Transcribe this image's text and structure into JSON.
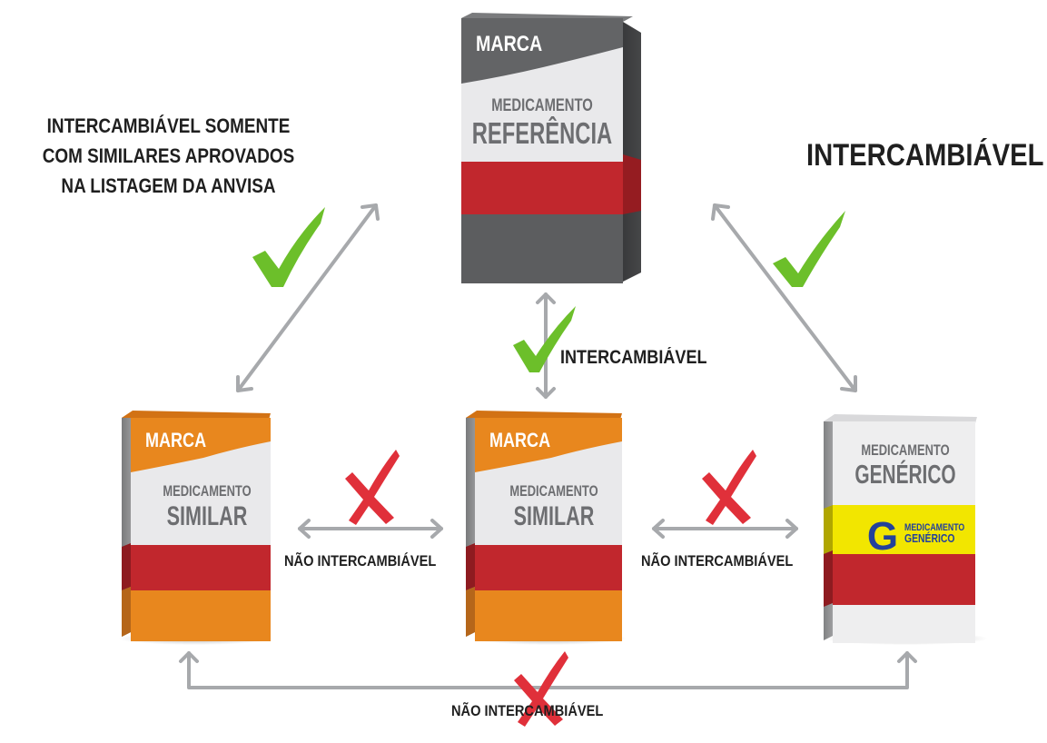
{
  "labels": {
    "top_left_lines": [
      "INTERCAMBIÁVEL SOMENTE",
      "COM SIMILARES APROVADOS",
      "NA LISTAGEM DA ANVISA"
    ],
    "top_right": "INTERCAMBIÁVEL",
    "middle": "INTERCAMBIÁVEL",
    "bottom_left": "NÃO INTERCAMBIÁVEL",
    "bottom_right": "NÃO INTERCAMBIÁVEL",
    "bottom": "NÃO INTERCAMBIÁVEL"
  },
  "boxes": {
    "reference": {
      "brand": "MARCA",
      "line1": "MEDICAMENTO",
      "line2": "REFERÊNCIA"
    },
    "similar_left": {
      "brand": "MARCA",
      "line1": "MEDICAMENTO",
      "line2": "SIMILAR"
    },
    "similar_center": {
      "brand": "MARCA",
      "line1": "MEDICAMENTO",
      "line2": "SIMILAR"
    },
    "generic": {
      "line1": "MEDICAMENTO",
      "line2": "GENÉRICO",
      "badge_letter": "G",
      "badge_line1": "MEDICAMENTO",
      "badge_line2": "GENÉRICO"
    }
  },
  "colors": {
    "reference_dark": "#636466",
    "reference_light": "#e9e9eb",
    "red": "#c1272d",
    "orange": "#e8871e",
    "generic_yellow": "#f2e600",
    "generic_blue": "#23419b",
    "arrow": "#a7a9ac",
    "check": "#6cbf2a",
    "cross": "#e0303a"
  }
}
